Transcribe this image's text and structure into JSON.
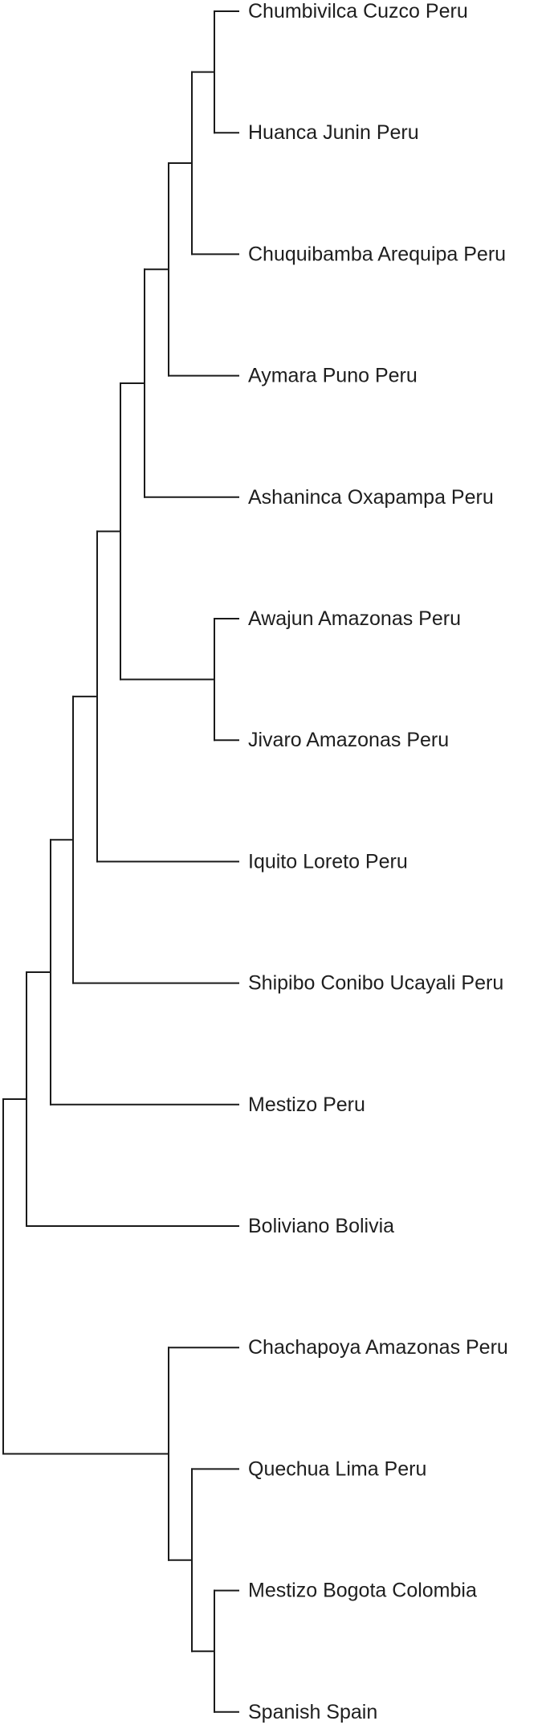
{
  "diagram": {
    "type": "dendrogram",
    "orientation": "left-to-right",
    "leaves": [
      "Chumbivilca Cuzco Peru",
      "Huanca Junin Peru",
      "Chuquibamba Arequipa Peru",
      "Aymara Puno Peru",
      "Ashaninca Oxapampa Peru",
      "Awajun Amazonas Peru",
      "Jivaro Amazonas Peru",
      "Iquito Loreto Peru",
      "Shipibo Conibo Ucayali Peru",
      "Mestizo Peru",
      "Boliviano Bolivia",
      "Chachapoya Amazonas Peru",
      "Quechua Lima Peru",
      "Mestizo Bogota Colombia",
      "Spanish Spain"
    ],
    "merges": [
      {
        "id": "c1",
        "children": [
          "leaf:0",
          "leaf:1"
        ],
        "level": 1
      },
      {
        "id": "c2",
        "children": [
          "c1",
          "leaf:2"
        ],
        "level": 2
      },
      {
        "id": "c3",
        "children": [
          "c2",
          "leaf:3"
        ],
        "level": 3
      },
      {
        "id": "c4",
        "children": [
          "c3",
          "leaf:4"
        ],
        "level": 4
      },
      {
        "id": "c5",
        "children": [
          "leaf:5",
          "leaf:6"
        ],
        "level": 1
      },
      {
        "id": "c6",
        "children": [
          "c4",
          "c5"
        ],
        "level": 5
      },
      {
        "id": "c7",
        "children": [
          "c6",
          "leaf:7"
        ],
        "level": 6
      },
      {
        "id": "c8",
        "children": [
          "c7",
          "leaf:8"
        ],
        "level": 7
      },
      {
        "id": "c9",
        "children": [
          "c8",
          "leaf:9"
        ],
        "level": 8
      },
      {
        "id": "c10",
        "children": [
          "c9",
          "leaf:10"
        ],
        "level": 9
      },
      {
        "id": "c11",
        "children": [
          "leaf:13",
          "leaf:14"
        ],
        "level": 1
      },
      {
        "id": "c12",
        "children": [
          "leaf:12",
          "c11"
        ],
        "level": 2
      },
      {
        "id": "c13",
        "children": [
          "leaf:11",
          "c12"
        ],
        "level": 3
      },
      {
        "id": "c14",
        "children": [
          "c10",
          "c13"
        ],
        "level": 10
      }
    ]
  }
}
